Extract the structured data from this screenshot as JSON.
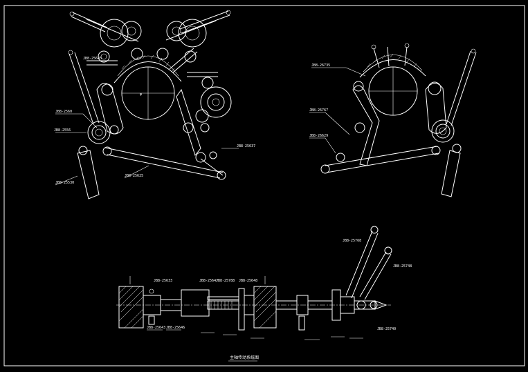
{
  "colors": {
    "background": "#000000",
    "lines": "#ffffff"
  },
  "labels": {
    "left_top": "JB8-25645",
    "left_mid1": "JB8-2560",
    "left_mid2": "JB8-2556",
    "left_low": "JB8-25530",
    "left_bot_mid": "JB8-25625",
    "left_right": "JB8-25637",
    "right_top": "JB8-26735",
    "right_mid1": "JB8-26767",
    "right_mid2": "JB8-26629",
    "bottom_left1": "JB8-25643",
    "bottom_left2": "JB8-25646",
    "bottom_mid1": "JB8-25633",
    "bottom_mid2": "JB8-25647",
    "bottom_mid3": "JB8-25788",
    "bottom_mid4": "JB8-25648",
    "bottom_right1": "JB8-25768",
    "bottom_right2": "JB8-25748",
    "bottom_right3": "JB8-25740",
    "caption": "主轴传动系统图"
  }
}
